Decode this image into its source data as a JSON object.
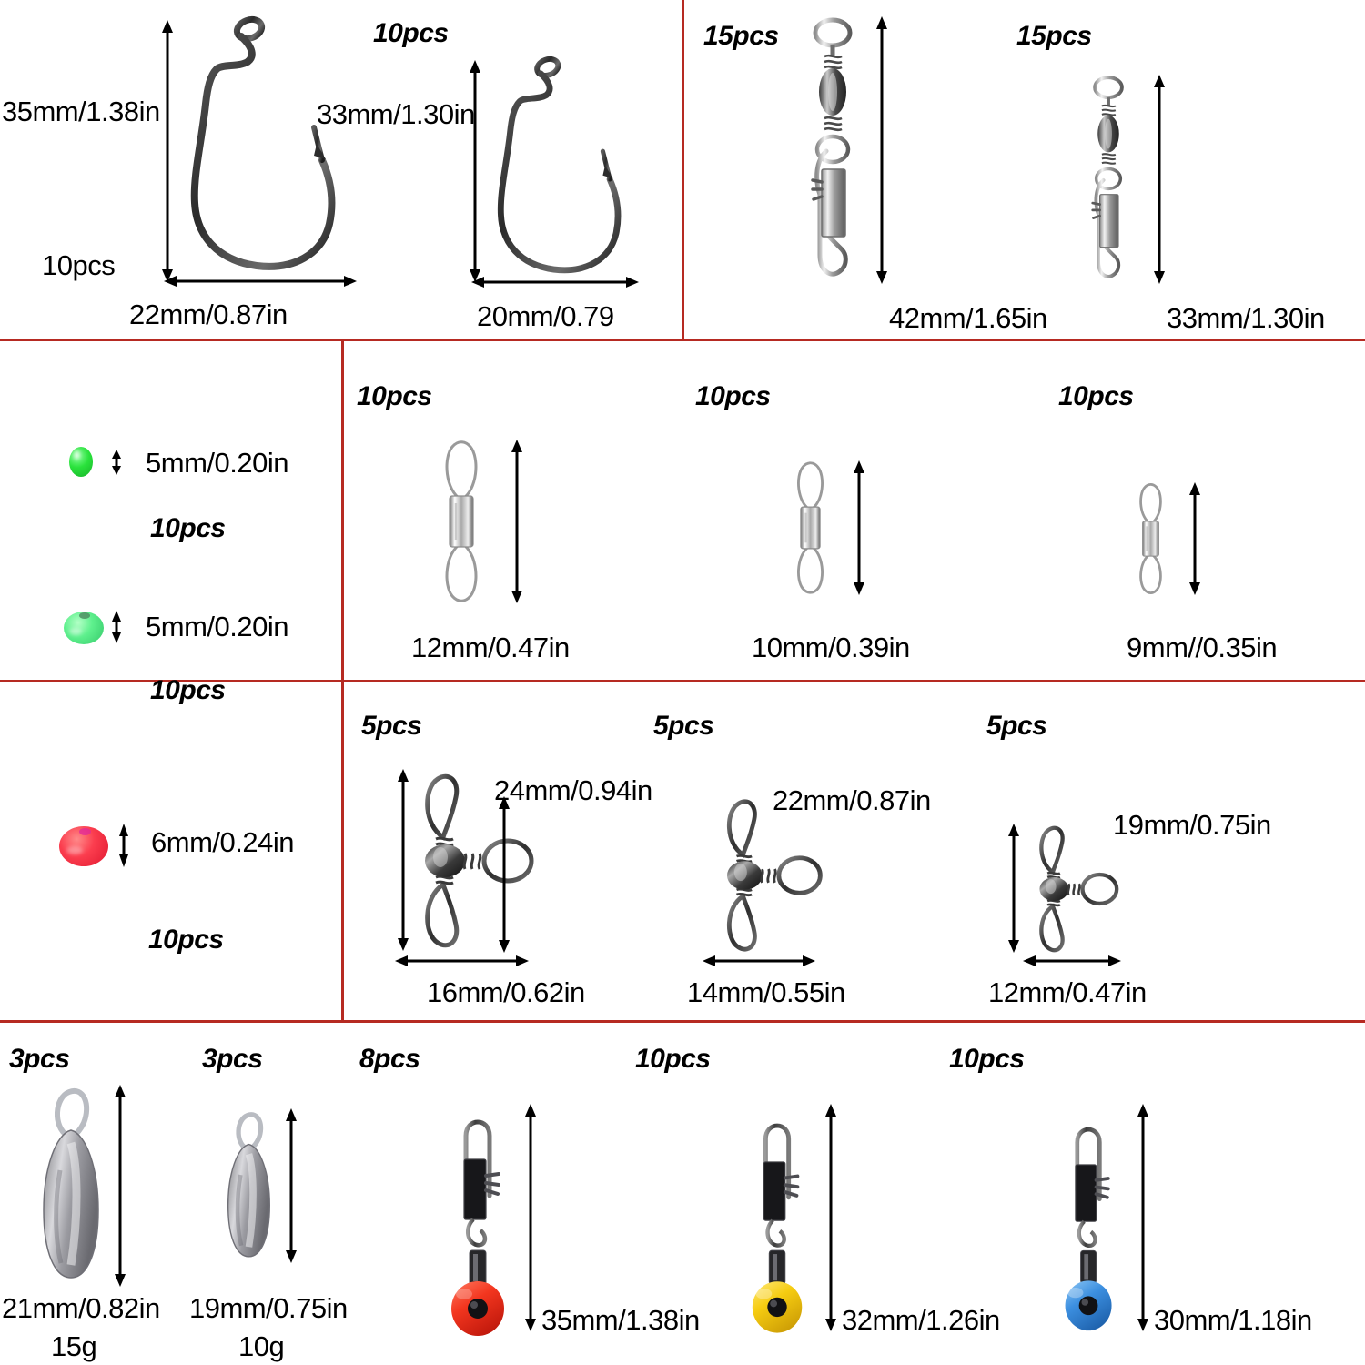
{
  "theme": {
    "rule_color": "#b62a22",
    "background": "#ffffff",
    "text_color": "#000000"
  },
  "panels": {
    "offset_hooks": {
      "name": "offset-worm-hooks",
      "items": [
        {
          "qty": "10pcs",
          "height": "35mm/1.38in",
          "width": "22mm/0.87in"
        },
        {
          "qty": "10pcs",
          "height": "33mm/1.30in",
          "width": "20mm/0.79"
        }
      ],
      "extra_qty": "10pcs"
    },
    "barrel_snap_swivels": {
      "name": "barrel-swivel-with-snap",
      "items": [
        {
          "qty": "15pcs",
          "length": "42mm/1.65in"
        },
        {
          "qty": "15pcs",
          "length": "33mm/1.30in"
        }
      ]
    },
    "luminous_beads": {
      "name": "luminous-fishing-beads",
      "items": [
        {
          "qty": "10pcs",
          "size": "5mm/0.20in",
          "color": "#22dd33",
          "shape": "oval"
        },
        {
          "qty": "10pcs",
          "size": "5mm/0.20in",
          "color": "#55e884",
          "shape": "round"
        },
        {
          "qty": "10pcs",
          "size": "6mm/0.24in",
          "color": "#f93a4a",
          "shape": "round"
        }
      ]
    },
    "rolling_swivels": {
      "name": "rolling-barrel-swivels",
      "items": [
        {
          "qty": "10pcs",
          "length": "12mm/0.47in"
        },
        {
          "qty": "10pcs",
          "length": "10mm/0.39in"
        },
        {
          "qty": "10pcs",
          "length": "9mm//0.35in"
        }
      ]
    },
    "three_way_swivels": {
      "name": "three-way-cross-line-swivels",
      "items": [
        {
          "qty": "5pcs",
          "height": "24mm/0.94in",
          "width": "16mm/0.62in"
        },
        {
          "qty": "5pcs",
          "height": "22mm/0.87in",
          "width": "14mm/0.55in"
        },
        {
          "qty": "5pcs",
          "height": "19mm/0.75in",
          "width": "12mm/0.47in"
        }
      ]
    },
    "teardrop_sinkers": {
      "name": "teardrop-lead-sinkers",
      "items": [
        {
          "qty": "3pcs",
          "length": "21mm/0.82in",
          "weight": "15g"
        },
        {
          "qty": "3pcs",
          "length": "19mm/0.75in",
          "weight": "10g"
        }
      ]
    },
    "bead_snap_swivels": {
      "name": "bead-snap-connector-swivels",
      "items": [
        {
          "qty": "8pcs",
          "length": "35mm/1.38in",
          "color": "#f3361f"
        },
        {
          "qty": "10pcs",
          "length": "32mm/1.26in",
          "color": "#f6cc11"
        },
        {
          "qty": "10pcs",
          "length": "30mm/1.18in",
          "color": "#3c8fe0"
        }
      ]
    }
  }
}
